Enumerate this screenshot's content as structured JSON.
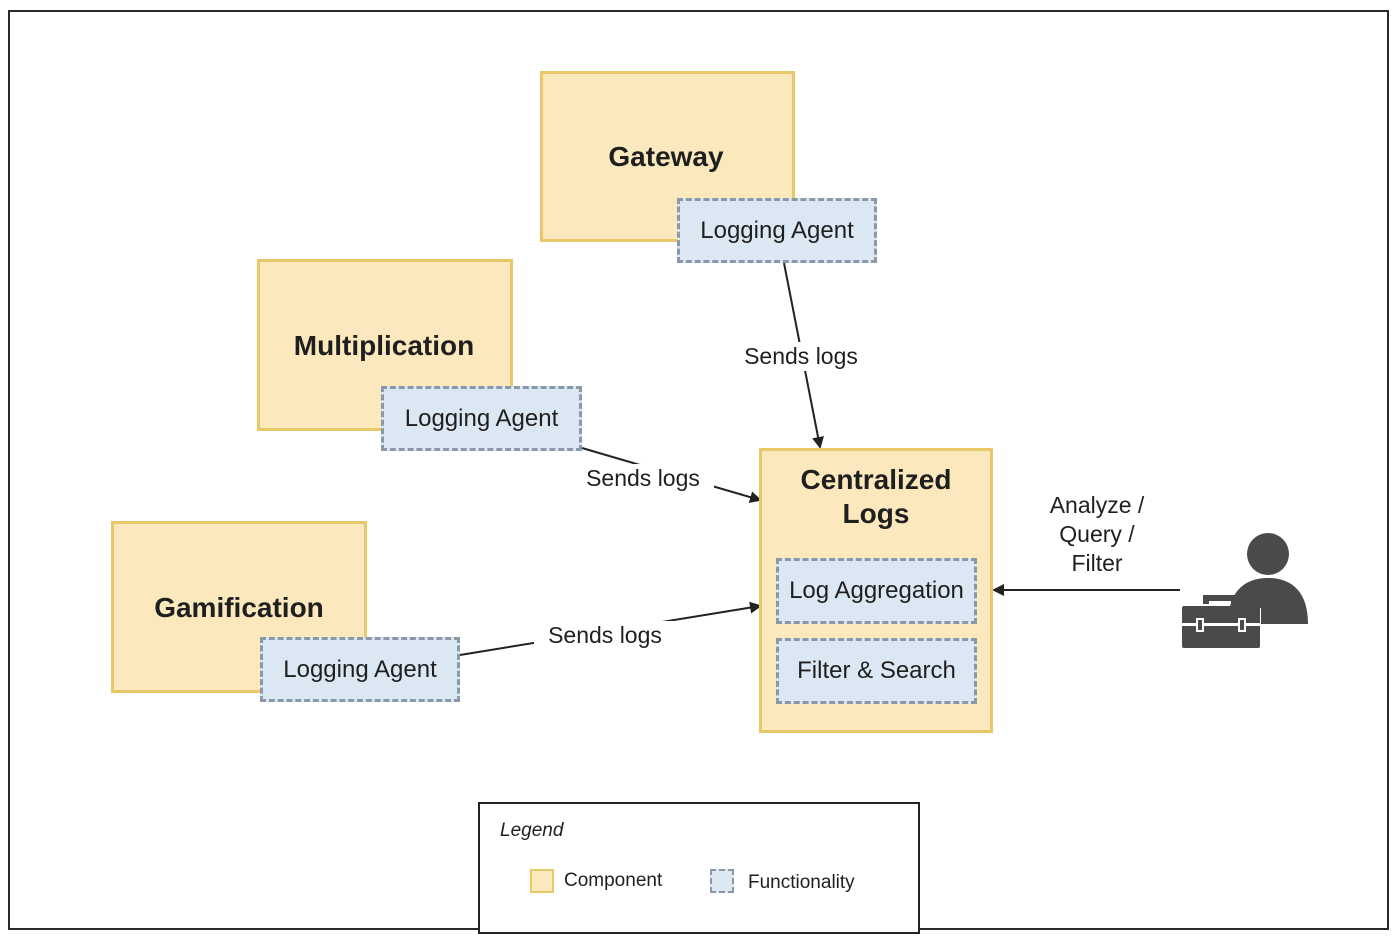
{
  "components": {
    "gateway": {
      "title": "Gateway",
      "agent": "Logging Agent"
    },
    "multiplication": {
      "title": "Multiplication",
      "agent": "Logging Agent"
    },
    "gamification": {
      "title": "Gamification",
      "agent": "Logging Agent"
    },
    "centralized": {
      "title_line1": "Centralized",
      "title_line2": "Logs",
      "func1": "Log Aggregation",
      "func2": "Filter & Search"
    }
  },
  "edges": {
    "gateway_label": "Sends logs",
    "multiplication_label": "Sends logs",
    "gamification_label": "Sends logs",
    "user_label_line1": "Analyze /",
    "user_label_line2": "Query /",
    "user_label_line3": "Filter"
  },
  "user": {
    "icon": "user-with-toolbox-icon"
  },
  "legend": {
    "title": "Legend",
    "component_label": "Component",
    "functionality_label": "Functionality"
  },
  "colors": {
    "component_fill": "#fbe8bd",
    "component_border": "#e9c86a",
    "functionality_fill": "#dbe7f3",
    "functionality_border": "#8a98a8"
  }
}
